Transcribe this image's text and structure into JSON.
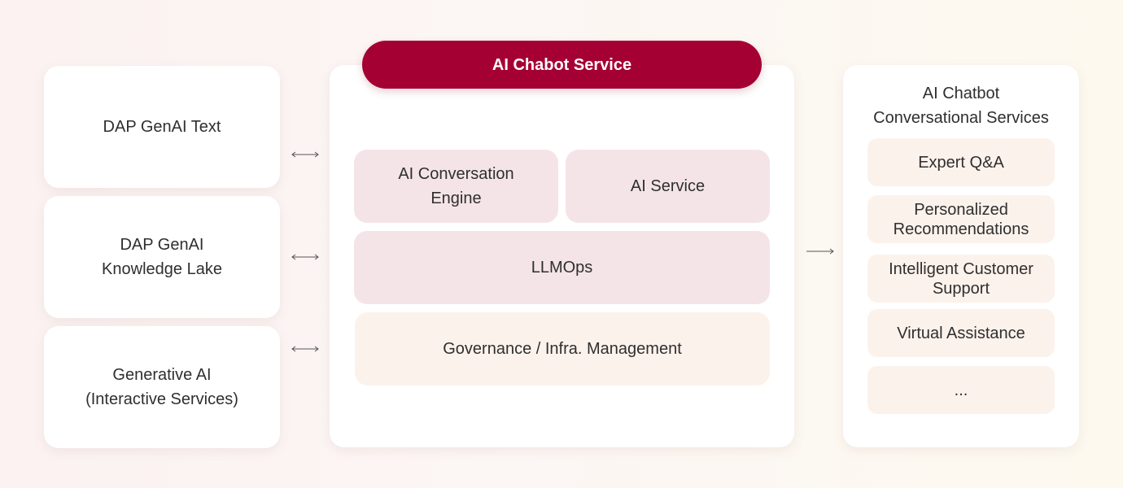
{
  "left_sources": [
    {
      "label": "DAP GenAI Text"
    },
    {
      "label": "DAP GenAI\nKnowledge Lake"
    },
    {
      "label": "Generative AI\n(Interactive Services)"
    }
  ],
  "main": {
    "title": "AI Chabot Service",
    "blocks": {
      "conversation_engine": "AI Conversation\nEngine",
      "ai_service": "AI Service",
      "llmops": "LLMOps",
      "governance": "Governance / Infra. Management"
    }
  },
  "right": {
    "title": "AI Chatbot\nConversational Services",
    "services": [
      "Expert Q&A",
      "Personalized\nRecommendations",
      "Intelligent Customer\nSupport",
      "Virtual Assistance",
      "..."
    ]
  },
  "colors": {
    "accent": "#a50034",
    "pink_block": "#f4e4e8",
    "cream_block": "#fcf2ec",
    "text": "#2f2f2f"
  }
}
